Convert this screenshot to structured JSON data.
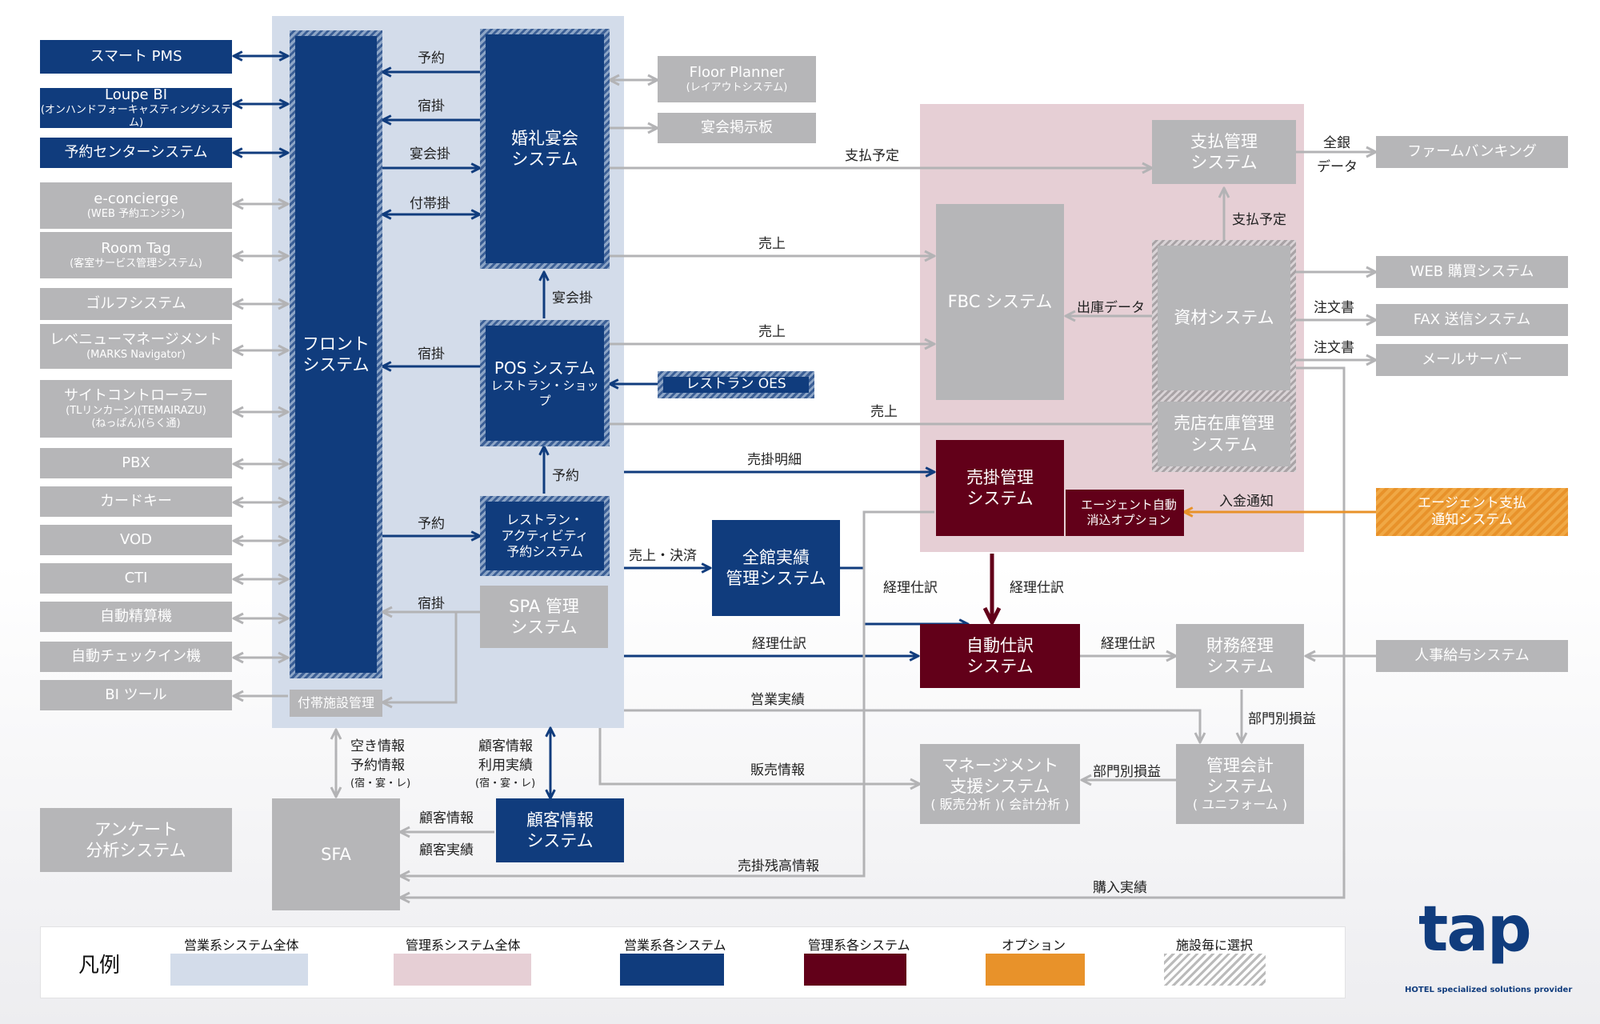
{
  "left_systems": [
    {
      "title": "スマート PMS",
      "sub": ""
    },
    {
      "title": "Loupe BI",
      "sub": "(オンハンドフォーキャスティングシステム)"
    },
    {
      "title": "予約センターシステム",
      "sub": ""
    },
    {
      "title": "e-concierge",
      "sub": "(WEB 予約エンジン)"
    },
    {
      "title": "Room Tag",
      "sub": "(客室サービス管理システム)"
    },
    {
      "title": "ゴルフシステム",
      "sub": ""
    },
    {
      "title": "レベニューマネージメント",
      "sub": "(MARKS Navigator)"
    },
    {
      "title": "サイトコントローラー",
      "sub": "(TLリンカーン)(TEMAIRAZU)",
      "sub2": "(ねっぱん)(らく通)"
    },
    {
      "title": "PBX",
      "sub": ""
    },
    {
      "title": "カードキー",
      "sub": ""
    },
    {
      "title": "VOD",
      "sub": ""
    },
    {
      "title": "CTI",
      "sub": ""
    },
    {
      "title": "自動精算機",
      "sub": ""
    },
    {
      "title": "自動チェックイン機",
      "sub": ""
    },
    {
      "title": "BI ツール",
      "sub": ""
    }
  ],
  "enquete": {
    "line1": "アンケート",
    "line2": "分析システム"
  },
  "front": {
    "line1": "フロント",
    "line2": "システム"
  },
  "fuzoku": "付帯施設管理",
  "konrei": {
    "line1": "婚礼宴会",
    "line2": "システム"
  },
  "pos": {
    "line1": "POS システム",
    "line2": "レストラン・ショップ"
  },
  "rest_act": {
    "line1": "レストラン・",
    "line2": "アクティビティ",
    "line3": "予約システム"
  },
  "spa": {
    "line1": "SPA 管理",
    "line2": "システム"
  },
  "floor": {
    "line1": "Floor Planner",
    "line2": "(レイアウトシステム)"
  },
  "enkai_board": "宴会掲示板",
  "rest_oes": "レストラン OES",
  "zenkan": {
    "line1": "全館実績",
    "line2": "管理システム"
  },
  "kokyaku": {
    "line1": "顧客情報",
    "line2": "システム"
  },
  "sfa": "SFA",
  "shiharai": {
    "line1": "支払管理",
    "line2": "システム"
  },
  "fbc": "FBC システム",
  "shizai": "資材システム",
  "baiten": {
    "line1": "売店在庫管理",
    "line2": "システム"
  },
  "urikake": {
    "line1": "売掛管理",
    "line2": "システム"
  },
  "agent_opt": {
    "line1": "エージェント自動",
    "line2": "消込オプション"
  },
  "jido": {
    "line1": "自動仕訳",
    "line2": "システム"
  },
  "zaimu": {
    "line1": "財務経理",
    "line2": "システム"
  },
  "mgmt_support": {
    "line1": "マネージメント",
    "line2": "支援システム",
    "line3": "( 販売分析 )( 会計分析 )"
  },
  "kanri_kaikei": {
    "line1": "管理会計",
    "line2": "システム",
    "line3": "( ユニフォーム )"
  },
  "firm_banking": "ファームバンキング",
  "web_kobai": "WEB 購買システム",
  "fax": "FAX 送信システム",
  "mail": "メールサーバー",
  "agent_pay": {
    "line1": "エージェント支払",
    "line2": "通知システム"
  },
  "jinji": "人事給与システム",
  "labels": {
    "yoyaku": "予約",
    "shukukake": "宿掛",
    "enkaikake": "宴会掛",
    "futaikake": "付帯掛",
    "shukukake2": "宿掛",
    "yoyaku2": "予約",
    "shukukake3": "宿掛",
    "enkaikake2": "宴会掛",
    "yoyaku3": "予約",
    "shiharai_yotei": "支払予定",
    "uriage1": "売上",
    "uriage2": "売上",
    "uriage3": "売上",
    "urikake_meisai": "売掛明細",
    "uriage_kessai": "売上・決済",
    "keiri_shiwake1": "経理仕訳",
    "keiri_shiwake2": "経理仕訳",
    "keiri_shiwake3": "経理仕訳",
    "keiri_shiwake4": "経理仕訳",
    "eigyo_jisseki": "営業実績",
    "hanbai_joho": "販売情報",
    "urikake_zandaka": "売掛残高情報",
    "konyu_jisseki": "購入実績",
    "zengin": "全銀",
    "data": "データ",
    "shiharai_yotei2": "支払予定",
    "shukko_data": "出庫データ",
    "chumonsho1": "注文書",
    "chumonsho2": "注文書",
    "nyukin_tsuchi": "入金通知",
    "bumonbetsu1": "部門別損益",
    "bumonbetsu2": "部門別損益",
    "aki_joho": "空き情報",
    "yoyaku_joho": "予約情報",
    "shuku_en_re": "(宿・宴・レ)",
    "kokyaku_joho_l": "顧客情報",
    "riyo_jisseki": "利用実績",
    "shuku_en_re2": "(宿・宴・レ)",
    "kokyaku_joho2": "顧客情報",
    "kokyaku_jisseki": "顧客実績"
  },
  "legend": {
    "title": "凡例",
    "items": [
      "営業系システム全体",
      "管理系システム全体",
      "営業系各システム",
      "管理系各システム",
      "オプション",
      "施設毎に選択"
    ]
  },
  "logo": {
    "text": "tap",
    "tagline": "HOTEL specialized solutions provider"
  },
  "colors": {
    "navy": "#103c7d",
    "maroon": "#620019",
    "gray": "#b6b6b8",
    "orange": "#e8922a",
    "sales_bg": "#d3dcea",
    "mgmt_bg": "#e6cfd5"
  }
}
